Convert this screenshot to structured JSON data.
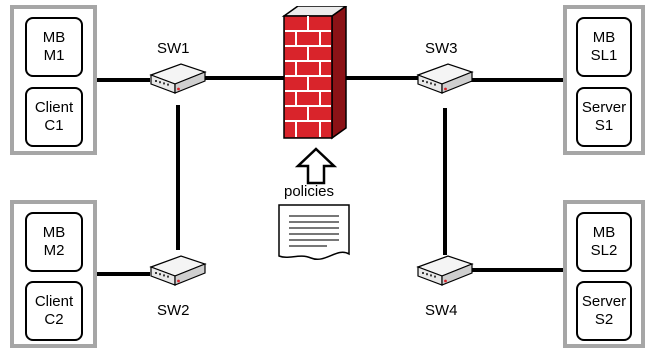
{
  "switches": [
    {
      "id": "sw1",
      "label": "SW1"
    },
    {
      "id": "sw2",
      "label": "SW2"
    },
    {
      "id": "sw3",
      "label": "SW3"
    },
    {
      "id": "sw4",
      "label": "SW4"
    }
  ],
  "hosts": {
    "top_left": [
      [
        "MB",
        "M1"
      ],
      [
        "Client",
        "C1"
      ]
    ],
    "bottom_left": [
      [
        "MB",
        "M2"
      ],
      [
        "Client",
        "C2"
      ]
    ],
    "top_right": [
      [
        "MB",
        "SL1"
      ],
      [
        "Server",
        "S1"
      ]
    ],
    "bottom_right": [
      [
        "MB",
        "SL2"
      ],
      [
        "Server",
        "S2"
      ]
    ]
  },
  "policies_label": "policies",
  "icons": [
    "firewall-icon",
    "switch-icon",
    "up-arrow-icon",
    "document-icon"
  ],
  "colors": {
    "group_border": "#a6a6a6",
    "brick": "#d9242b",
    "mortar": "#ffffff",
    "switch_body": "#e8e8e8"
  }
}
